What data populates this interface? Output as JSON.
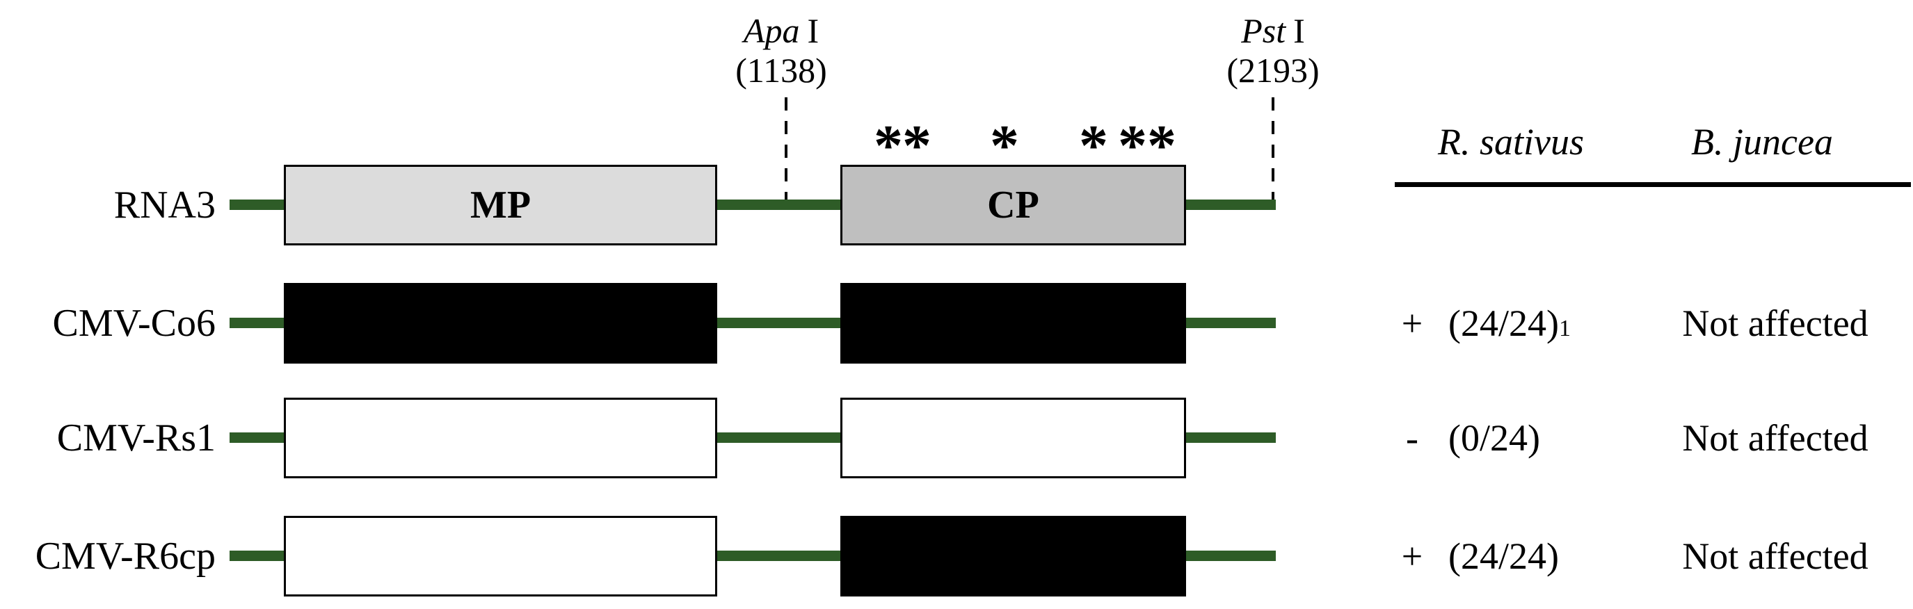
{
  "restriction_sites": [
    {
      "name": "Apa",
      "roman": "I",
      "position": "(1138)"
    },
    {
      "name": "Pst",
      "roman": "I",
      "position": "(2193)"
    }
  ],
  "asterisks": {
    "symbol": "*",
    "count": 6
  },
  "constructs": [
    {
      "label": "RNA3",
      "mp_label": "MP",
      "cp_label": "CP",
      "mp_fill": "lightgray",
      "cp_fill": "gray"
    },
    {
      "label": "CMV-Co6",
      "mp_fill": "black",
      "cp_fill": "black"
    },
    {
      "label": "CMV-Rs1",
      "mp_fill": "white",
      "cp_fill": "white"
    },
    {
      "label": "CMV-R6cp",
      "mp_fill": "white",
      "cp_fill": "black"
    }
  ],
  "table": {
    "headers": [
      "R. sativus",
      "B. juncea"
    ],
    "rows": [
      {
        "construct": "CMV-Co6",
        "r_sativus_sign": "+",
        "r_sativus_value": "(24/24)",
        "r_sativus_superscript": "1",
        "b_juncea": "Not affected"
      },
      {
        "construct": "CMV-Rs1",
        "r_sativus_sign": "-",
        "r_sativus_value": "(0/24)",
        "r_sativus_superscript": "",
        "b_juncea": "Not affected"
      },
      {
        "construct": "CMV-R6cp",
        "r_sativus_sign": "+",
        "r_sativus_value": "(24/24)",
        "r_sativus_superscript": "",
        "b_juncea": "Not affected"
      }
    ]
  },
  "colors": {
    "backbone_green": "#2e5c27",
    "mp_light_gray": "#dcdcdc",
    "cp_gray": "#bfbfbf",
    "box_black": "#000000",
    "box_white": "#ffffff"
  }
}
